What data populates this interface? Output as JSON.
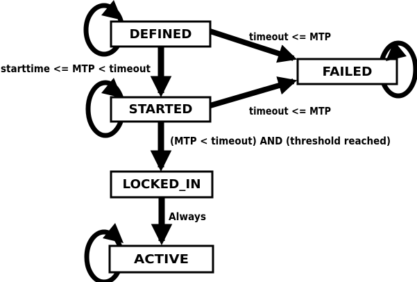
{
  "diagram": {
    "kind": "state-machine",
    "colors": {
      "background": "#ffffff",
      "node_fill": "#ffffff",
      "line": "#000000",
      "text": "#000000"
    },
    "states": [
      {
        "id": "DEFINED",
        "label": "DEFINED",
        "self_loop": true
      },
      {
        "id": "STARTED",
        "label": "STARTED",
        "self_loop": true
      },
      {
        "id": "FAILED",
        "label": "FAILED",
        "self_loop": true
      },
      {
        "id": "LOCKED_IN",
        "label": "LOCKED_IN",
        "self_loop": false
      },
      {
        "id": "ACTIVE",
        "label": "ACTIVE",
        "self_loop": true
      }
    ],
    "transitions": [
      {
        "from": "DEFINED",
        "to": "FAILED",
        "label": "timeout <= MTP"
      },
      {
        "from": "DEFINED",
        "to": "STARTED",
        "label": "starttime <= MTP < timeout"
      },
      {
        "from": "STARTED",
        "to": "FAILED",
        "label": "timeout <= MTP"
      },
      {
        "from": "STARTED",
        "to": "LOCKED_IN",
        "label": "(MTP < timeout) AND (threshold reached)"
      },
      {
        "from": "LOCKED_IN",
        "to": "ACTIVE",
        "label": "Always"
      }
    ]
  }
}
